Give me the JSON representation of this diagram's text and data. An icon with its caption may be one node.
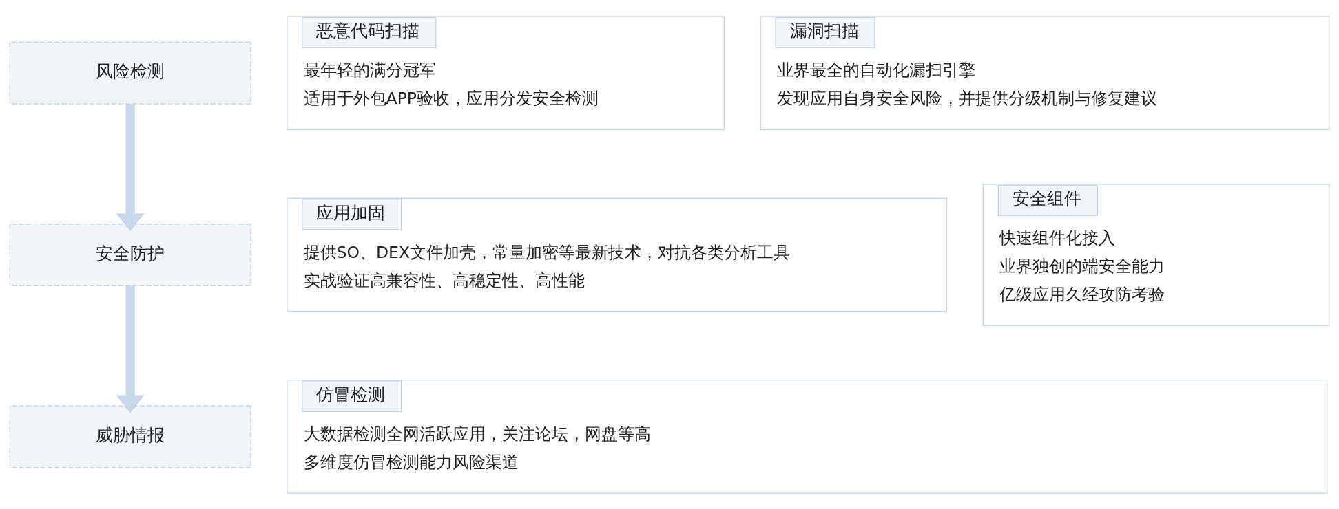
{
  "diagram": {
    "nodes": [
      {
        "text": [
          "风险检测"
        ]
      },
      {
        "text": [
          "安全防护"
        ]
      },
      {
        "text": [
          "威胁情报"
        ]
      },
      {
        "text": [
          "恶意代码扫描",
          "最年轻的满分冠军",
          "适用于外包APP验收，应用分发安全检测"
        ]
      },
      {
        "text": [
          "漏洞扫描",
          "业界最全的自动化漏扫引擎",
          "发现应用自身安全风险，并提供分级机制与修复建议"
        ]
      },
      {
        "text": [
          "应用加固",
          "提供SO、DEX文件加壳，常量加密等最新技术，对抗各类分析工具",
          "实战验证高兼容性、高稳定性、高性能"
        ]
      },
      {
        "text": [
          "安全组件",
          "快速组件化接入",
          "业界独创的端安全能力",
          "亿级应用久经攻防考验"
        ]
      },
      {
        "text": [
          "仿冒检测",
          "大数据检测全网活跃应用，关注论坛，网盘等高",
          "多维度仿冒检测能力风险渠道"
        ]
      }
    ],
    "edges": [
      {
        "from": 0,
        "to": 1,
        "arrow": "to"
      },
      {
        "from": 1,
        "to": 2,
        "arrow": "to"
      }
    ]
  }
}
